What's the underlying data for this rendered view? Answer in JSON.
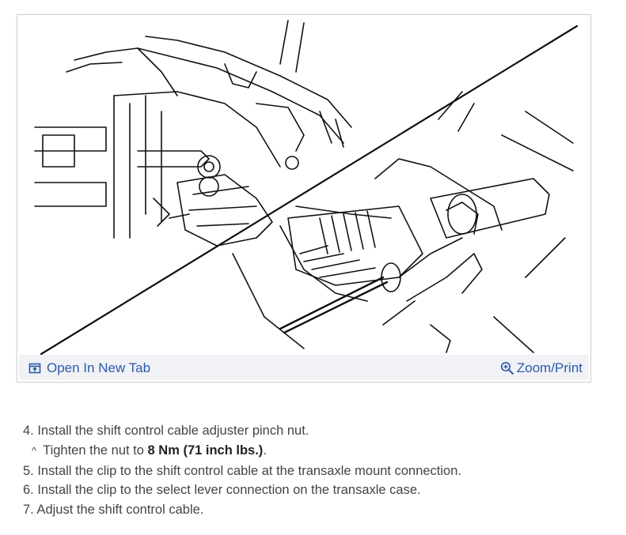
{
  "figure": {
    "open_tab_label": "Open In New Tab",
    "zoom_label": "Zoom/Print",
    "open_icon": "open-in-new-tab-icon",
    "zoom_icon": "magnifier-plus-icon",
    "link_color": "#2b5aa8",
    "toolbar_bg": "#f1f2f6"
  },
  "steps": [
    {
      "text": "4. Install the shift control cable adjuster pinch nut."
    },
    {
      "caret": "^",
      "prefix": "Tighten the nut to ",
      "bold": "8 Nm (71 inch lbs.)",
      "suffix": "."
    },
    {
      "text": "5. Install the clip to the shift control cable at the transaxle mount connection."
    },
    {
      "text": "6. Install the clip to the select lever connection on the transaxle case."
    },
    {
      "text": "7. Adjust the shift control cable."
    }
  ]
}
